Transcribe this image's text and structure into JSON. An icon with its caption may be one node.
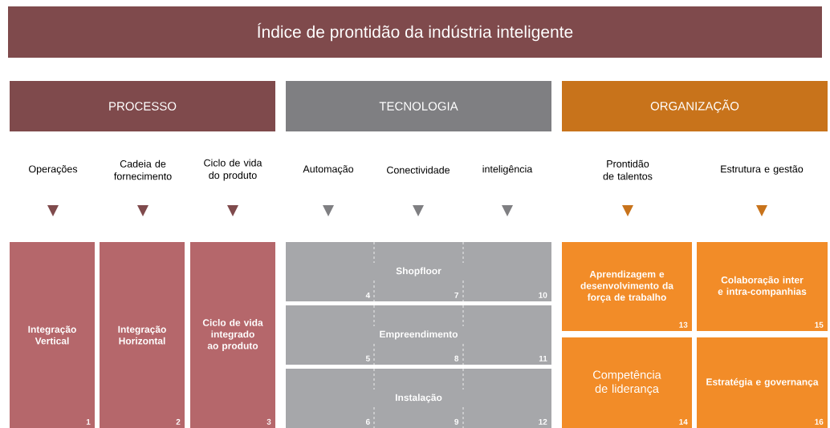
{
  "diagram": {
    "title": "Índice de prontidão da indústria inteligente",
    "nodes": [
      {
        "text": [
          "PROCESSO"
        ]
      },
      {
        "text": [
          "TECNOLOGIA"
        ]
      },
      {
        "text": [
          "ORGANIZAÇÃO"
        ]
      },
      {
        "text": [
          "Integração Vertical",
          "1"
        ]
      },
      {
        "text": [
          "Integração Horizontal",
          "2"
        ]
      },
      {
        "text": [
          "Ciclo de vida integrado ao produto",
          "3"
        ]
      },
      {
        "text": [
          "Shopfloor",
          "4",
          "7",
          "10"
        ]
      },
      {
        "text": [
          "Empreendimento",
          "5",
          "8",
          "11"
        ]
      },
      {
        "text": [
          "Instalação",
          "6",
          "9",
          "12"
        ]
      },
      {
        "text": [
          "Aprendizagem e desenvolvimento da força de trabalho",
          "13"
        ]
      },
      {
        "text": [
          "Competência de liderança",
          "14"
        ]
      },
      {
        "text": [
          "Colaboração inter e intra-companhias",
          "15"
        ]
      },
      {
        "text": [
          "Estratégia e governança",
          "16"
        ]
      }
    ],
    "labels": [
      "Operações",
      "Cadeia de fornecimento",
      "Ciclo de vida do produto",
      "Automação",
      "Conectividade",
      "inteligência",
      "Prontidão de talentos",
      "Estrutura e gestão"
    ]
  }
}
